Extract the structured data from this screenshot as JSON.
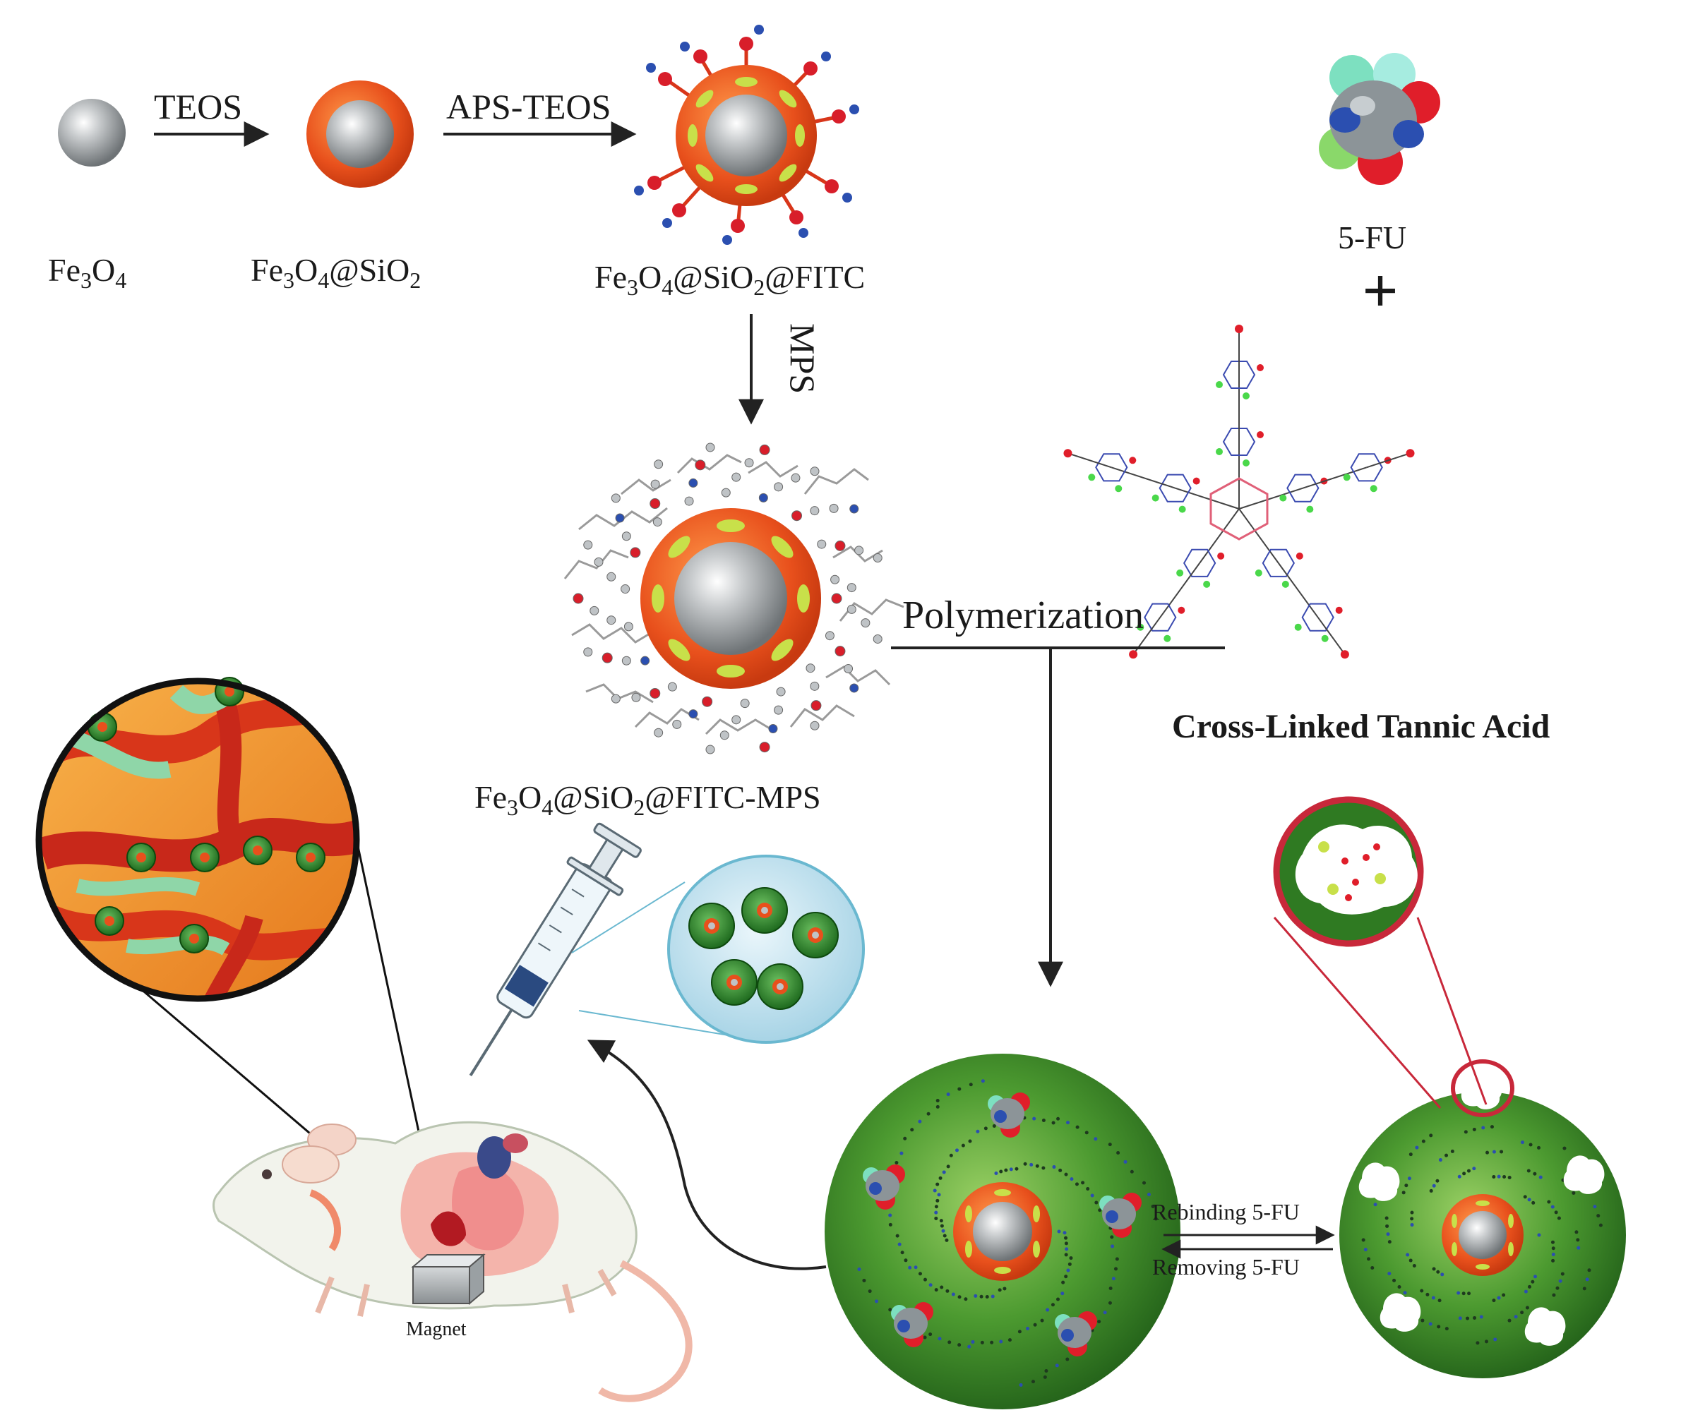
{
  "labels": {
    "step1": "TEOS",
    "step2": "APS-TEOS",
    "step3": "MPS",
    "polymerization": "Polymerization",
    "rebinding": "Rebinding 5-FU",
    "removing": "Removing 5-FU",
    "magnet": "Magnet",
    "plus": "+"
  },
  "species": {
    "fe3o4": {
      "base": "Fe",
      "sub1": "3",
      "mid": "O",
      "sub2": "4",
      "tail": ""
    },
    "fe3o4_sio2": {
      "base": "Fe",
      "sub1": "3",
      "mid": "O",
      "sub2": "4",
      "tail": "@SiO",
      "sub3": "2"
    },
    "fe3o4_sio2_fitc": {
      "base": "Fe",
      "sub1": "3",
      "mid": "O",
      "sub2": "4",
      "tail": "@SiO",
      "sub3": "2",
      "end": "@FITC"
    },
    "fe3o4_sio2_fitc_mps": {
      "base": "Fe",
      "sub1": "3",
      "mid": "O",
      "sub2": "4",
      "tail": "@SiO",
      "sub3": "2",
      "end": "@FITC-MPS"
    },
    "five_fu": "5-FU",
    "tannic": "Cross-Linked Tannic Acid"
  },
  "colors": {
    "core": "#9ea3a6",
    "shell_orange": "#e8501c",
    "shell_light": "#f07a2a",
    "fitc_dots": "#c8e04a",
    "green_sphere": "#3f8f2a",
    "green_light": "#7cc04d",
    "oxygen": "#d81e2a",
    "nitrogen": "#2b4fb0",
    "fluorine": "#8ad86a",
    "tissue": "#f39a2c",
    "vessel": "#d8361a",
    "arrow": "#222222"
  },
  "icons": [
    "syringe-icon",
    "magnet-icon",
    "mouse-illustration",
    "tissue-zoom",
    "molecule-5fu",
    "tannic-acid-structure"
  ]
}
